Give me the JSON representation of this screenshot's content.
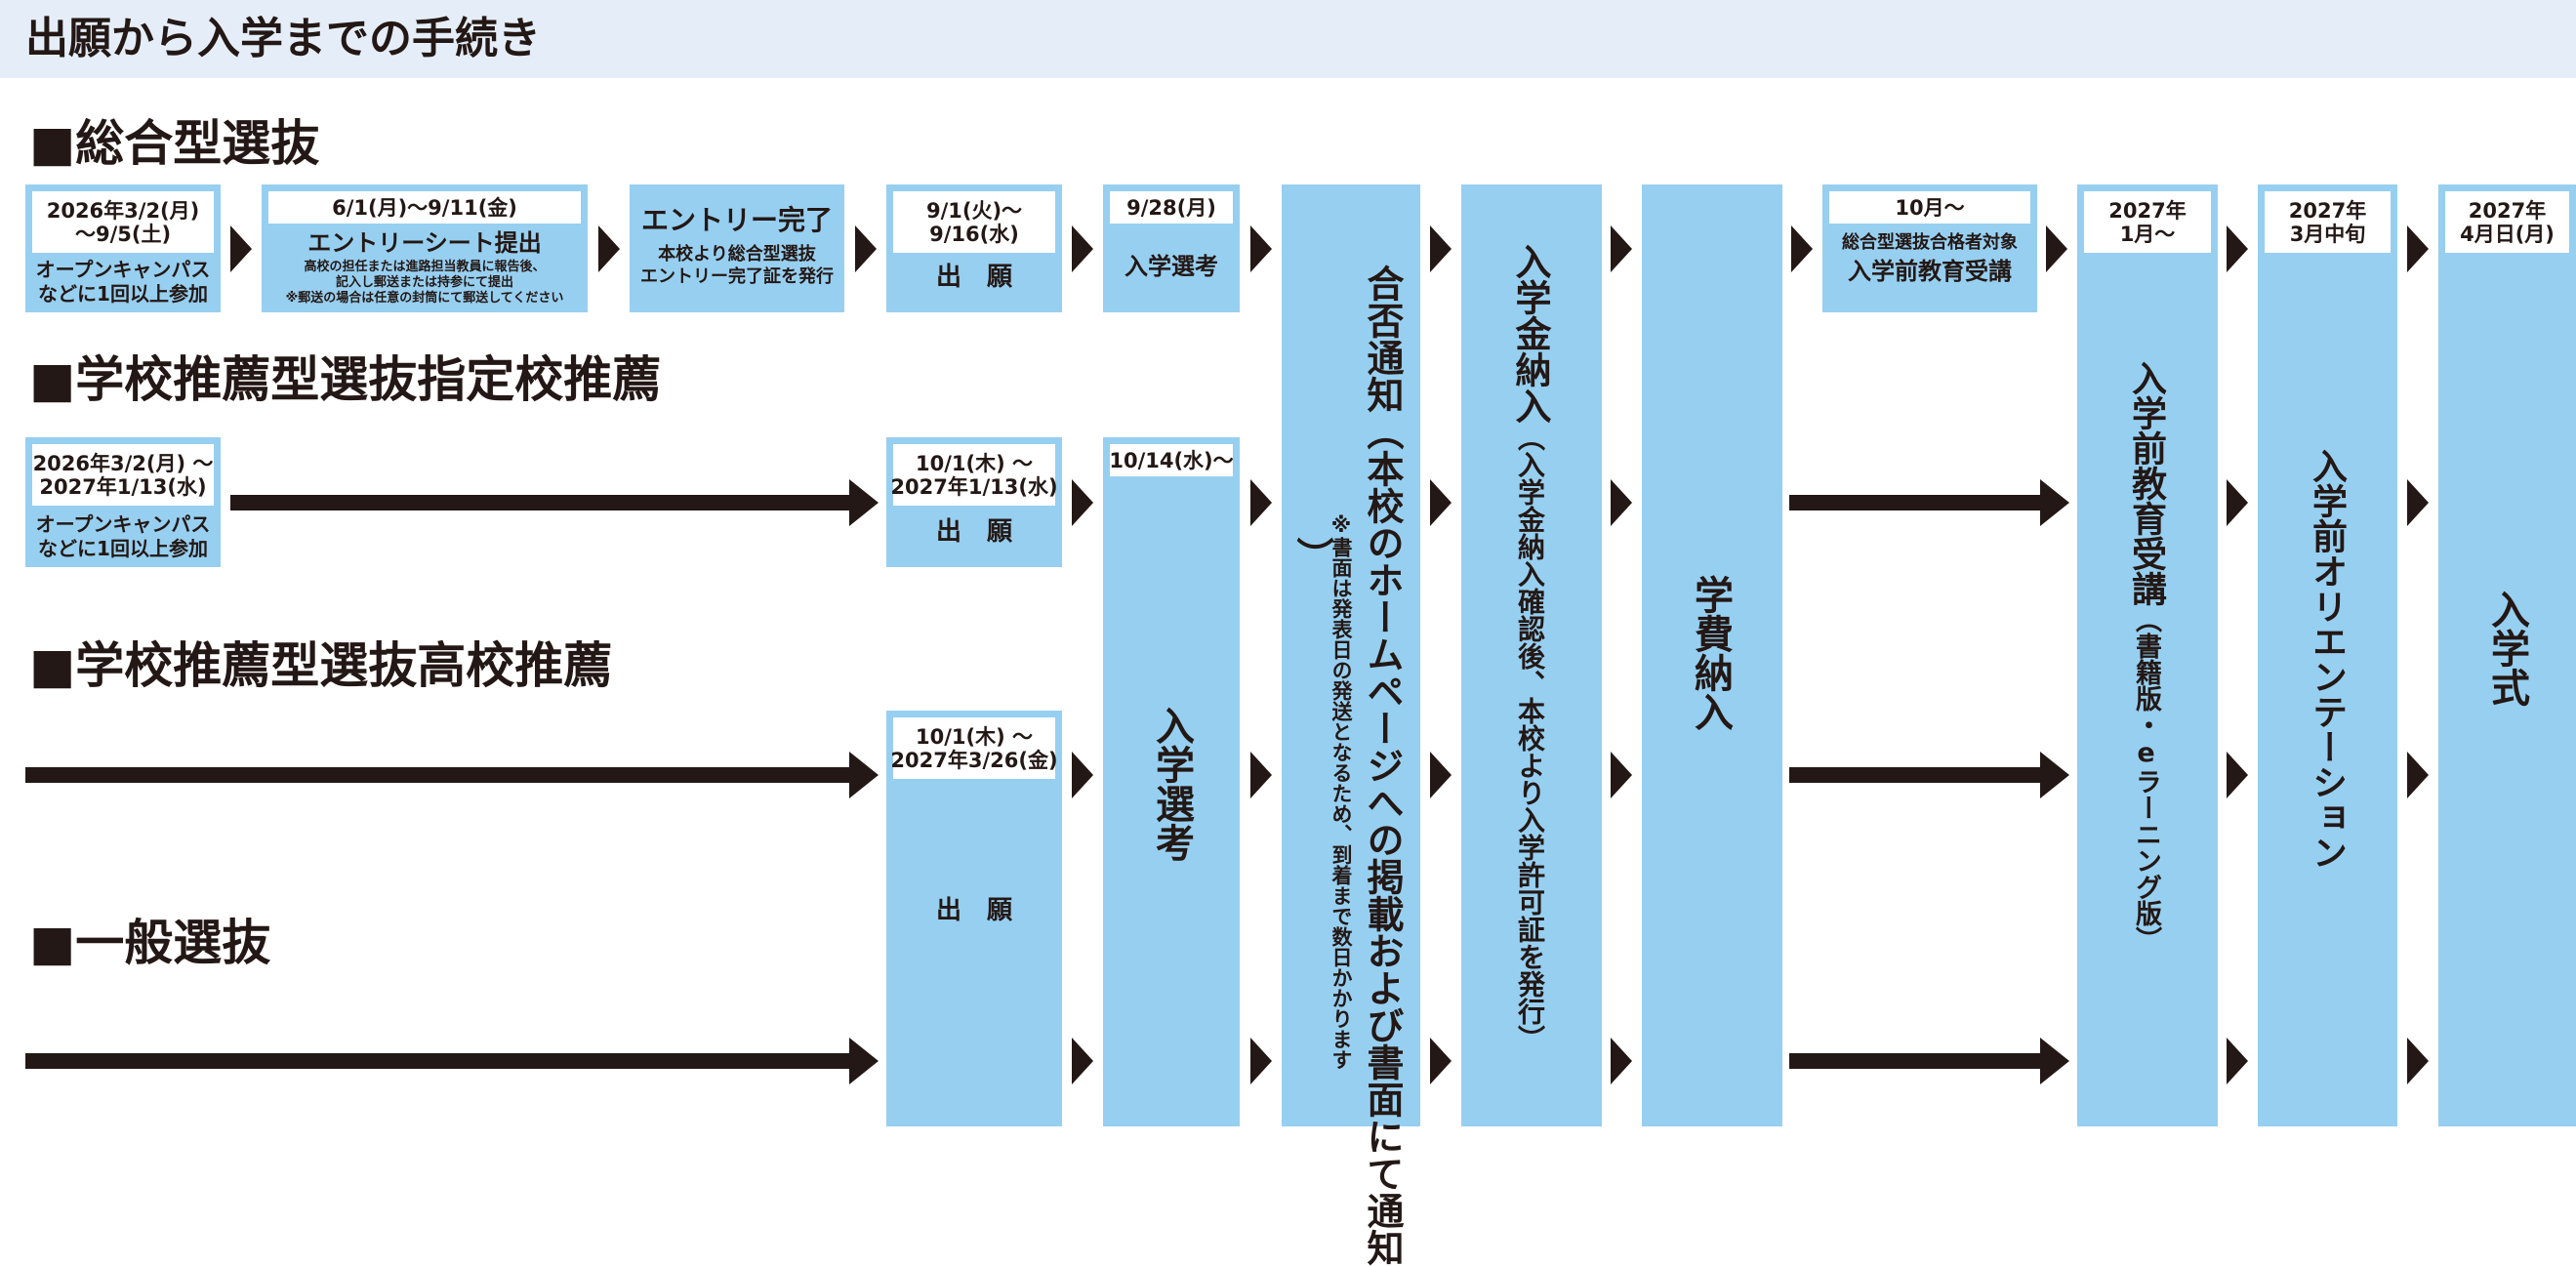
{
  "header": {
    "title": "出願から入学までの手続き"
  },
  "sections": {
    "sogo": "■総合型選抜",
    "shitei": "■学校推薦型選抜指定校推薦",
    "koukou": "■学校推薦型選抜高校推薦",
    "ippan": "■一般選抜"
  },
  "sogo": {
    "oc": {
      "date": [
        "2026年3/2(月)",
        "〜9/5(土)"
      ],
      "text": [
        "オープンキャンパス",
        "などに1回以上参加"
      ]
    },
    "entry_sheet": {
      "date": "6/1(月)〜9/11(金)",
      "title": "エントリーシート提出",
      "notes": [
        "高校の担任または進路担当教員に報告後、",
        "記入し郵送または持参にて提出",
        "※郵送の場合は任意の封筒にて郵送してください"
      ]
    },
    "entry_done": {
      "title": "エントリー完了",
      "text": [
        "本校より総合型選抜",
        "エントリー完了証を発行"
      ]
    },
    "apply": {
      "date": [
        "9/1(火)〜",
        "9/16(水)"
      ],
      "label": "出　願"
    },
    "exam": {
      "date": "9/28(月)",
      "label": "入学選考"
    },
    "pre_edu": {
      "date": "10月〜",
      "text": "総合型選抜合格者対象",
      "label": "入学前教育受講"
    }
  },
  "shitei": {
    "oc": {
      "date": [
        "2026年3/2(月) 〜",
        "2027年1/13(水)"
      ],
      "text": [
        "オープンキャンパス",
        "などに1回以上参加"
      ]
    },
    "apply": {
      "date": [
        "10/1(木) 〜",
        "2027年1/13(水)"
      ],
      "label": "出　願"
    },
    "exam_date": "10/14(水)〜"
  },
  "koukou": {
    "apply": {
      "date": [
        "10/1(木) 〜",
        "2027年3/26(金)"
      ],
      "label": "出　願"
    }
  },
  "common": {
    "exam": "入学選考",
    "result_title": "合否通知",
    "result_sub": "（本校のホームページへの掲載および書面にて通知",
    "result_note": "※書面は発表日の発送となるため、到着まで数日かかります",
    "result_close": "）",
    "enroll_fee": "入学金納入",
    "enroll_fee_sub": "（入学金納入確認後、本校より入学許可証を発行）",
    "tuition": "学費納入",
    "pre_edu_date": [
      "2027年",
      "1月〜"
    ],
    "pre_edu": "入学前教育受講",
    "pre_edu_sub": "（書籍版・eラーニング版）",
    "orient_date": [
      "2027年",
      "3月中旬"
    ],
    "orient": "入学前オリエンテーション",
    "ceremony_date": [
      "2027年",
      "4月日(月)"
    ],
    "ceremony": "入学式"
  },
  "colors": {
    "box": "#97cff0",
    "ink": "#231815",
    "banner": "#e5eef8"
  }
}
